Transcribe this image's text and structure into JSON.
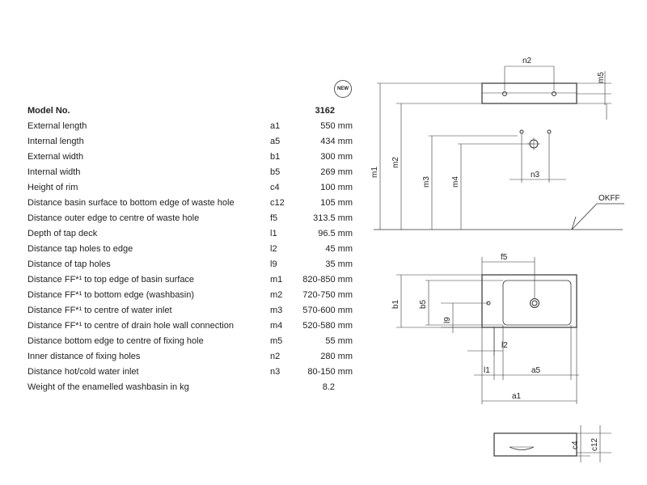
{
  "badge": "NEW",
  "header": {
    "label": "Model No.",
    "value": "3162"
  },
  "rows": [
    {
      "label": "External length",
      "code": "a1",
      "value": "550 mm"
    },
    {
      "label": "Internal length",
      "code": "a5",
      "value": "434 mm"
    },
    {
      "label": "External width",
      "code": "b1",
      "value": "300 mm"
    },
    {
      "label": "Internal width",
      "code": "b5",
      "value": "269 mm"
    },
    {
      "label": "Height of rim",
      "code": "c4",
      "value": "100 mm"
    },
    {
      "label": "Distance basin surface to bottom edge of waste hole",
      "code": "c12",
      "value": "105 mm"
    },
    {
      "label": "Distance outer edge to centre of waste hole",
      "code": "f5",
      "value": "313.5 mm"
    },
    {
      "label": "Depth of tap deck",
      "code": "l1",
      "value": "96.5 mm"
    },
    {
      "label": "Distance tap holes to edge",
      "code": "l2",
      "value": "45 mm"
    },
    {
      "label": "Distance of tap holes",
      "code": "l9",
      "value": "35 mm"
    },
    {
      "label": "Distance FF*¹ to top edge of basin surface",
      "code": "m1",
      "value": "820-850 mm"
    },
    {
      "label": "Distance FF*¹ to bottom edge (washbasin)",
      "code": "m2",
      "value": "720-750 mm"
    },
    {
      "label": "Distance FF*¹ to centre of water inlet",
      "code": "m3",
      "value": "570-600 mm"
    },
    {
      "label": "Distance FF*¹ to centre of drain hole wall connection",
      "code": "m4",
      "value": "520-580 mm"
    },
    {
      "label": "Distance bottom edge to centre of fixing hole",
      "code": "m5",
      "value": "55 mm"
    },
    {
      "label": "Inner distance of fixing holes",
      "code": "n2",
      "value": "280 mm"
    },
    {
      "label": "Distance hot/cold water inlet",
      "code": "n3",
      "value": "80-150 mm"
    }
  ],
  "weight": {
    "label": "Weight of the enamelled washbasin in kg",
    "value": "8.2"
  },
  "drawing_labels": {
    "n2": "n2",
    "m5": "m5",
    "m1": "m1",
    "m2": "m2",
    "m3": "m3",
    "m4": "m4",
    "n3": "n3",
    "okff": "OKFF",
    "f5": "f5",
    "b1": "b1",
    "b5": "b5",
    "l9": "l9",
    "l2": "l2",
    "l1": "l1",
    "a5": "a5",
    "a1": "a1",
    "c4": "c4",
    "c12": "c12"
  }
}
